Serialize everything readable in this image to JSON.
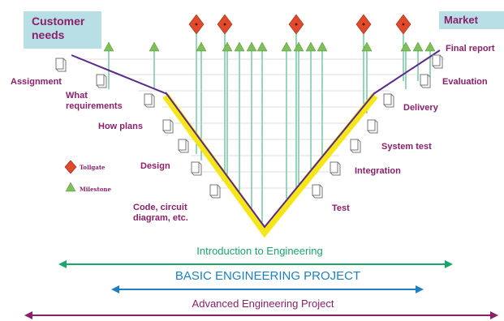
{
  "header": {
    "customer_needs": "Customer\nneeds",
    "market": "Market"
  },
  "stages_left": [
    "Assignment",
    "What\nrequirements",
    "How plans",
    "Design",
    "Code, circuit\ndiagram, etc."
  ],
  "stages_right": [
    "Final report",
    "Evaluation",
    "Delivery",
    "System test",
    "Integration",
    "Test"
  ],
  "legend": {
    "tollgate": "Tollgate",
    "milestone": "Milestone"
  },
  "courses": [
    {
      "label": "Introduction to Engineering",
      "color": "#1aa56a"
    },
    {
      "label": "BASIC ENGINEERING PROJECT",
      "color": "#1e7fc0"
    },
    {
      "label": "Advanced Engineering Project",
      "color": "#8a1f6a"
    }
  ],
  "colors": {
    "accent": "#8a1f6a",
    "v_outline": "#5a2a8a",
    "v_highlight": "#f5e61a",
    "tollgate": "#e0492a",
    "milestone": "#7fbf5a",
    "grid": "#1aa56a",
    "box": "#b9dfe6"
  },
  "icons": [
    "document-icon",
    "tollgate-diamond-icon",
    "milestone-triangle-icon"
  ]
}
